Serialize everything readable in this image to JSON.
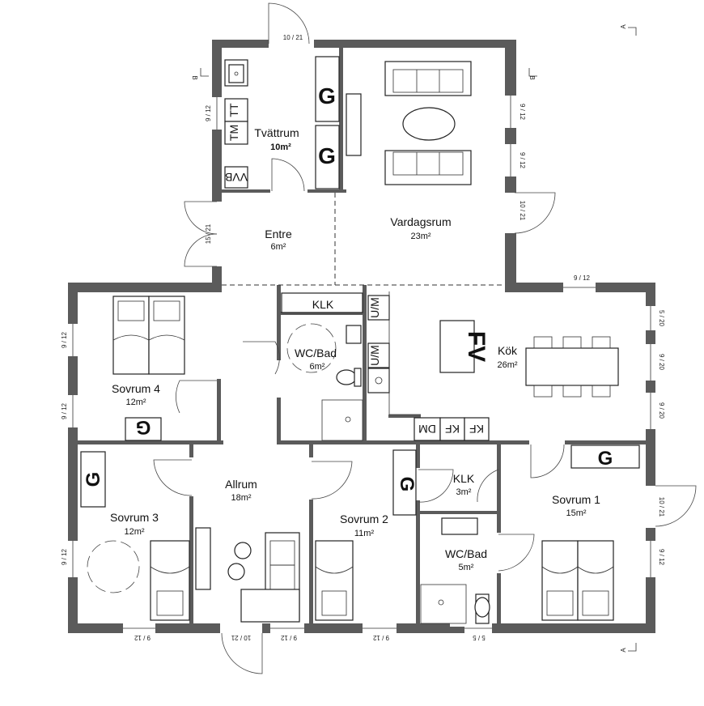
{
  "rooms": {
    "tvattrum": {
      "name": "Tvättrum",
      "area": "10m²"
    },
    "vardagsrum": {
      "name": "Vardagsrum",
      "area": "23m²"
    },
    "entre": {
      "name": "Entre",
      "area": "6m²"
    },
    "sovrum4": {
      "name": "Sovrum 4",
      "area": "12m²"
    },
    "wcbad1": {
      "name": "WC/Bad",
      "area": "6m²"
    },
    "kok": {
      "name": "Kök",
      "area": "26m²"
    },
    "sovrum3": {
      "name": "Sovrum 3",
      "area": "12m²"
    },
    "allrum": {
      "name": "Allrum",
      "area": "18m²"
    },
    "sovrum2": {
      "name": "Sovrum 2",
      "area": "11m²"
    },
    "klk2": {
      "name": "KLK",
      "area": "3m²"
    },
    "wcbad2": {
      "name": "WC/Bad",
      "area": "5m²"
    },
    "sovrum1": {
      "name": "Sovrum 1",
      "area": "15m²"
    }
  },
  "labels": {
    "klk1": "KLK",
    "g": "G",
    "fv": "FV",
    "um": "U/M",
    "kf": "KF",
    "dm": "DM",
    "tt": "TT",
    "tm": "TM",
    "vvb": "VVB"
  },
  "section_marks": {
    "a": "A",
    "b": "B"
  },
  "dimensions": {
    "top_door": "10 / 21",
    "left_tvatt": "9 / 12",
    "right_vard1": "9 / 12",
    "right_vard2": "9 / 12",
    "right_door": "10 / 21",
    "entre_door": "15 / 21",
    "step_window": "9 / 12",
    "left_s4a": "9 / 12",
    "left_s4b": "9 / 12",
    "right_kok1": "5 / 20",
    "right_kok2": "9 / 20",
    "right_kok3": "9 / 20",
    "left_s3": "9 / 12",
    "right_s1door": "10 / 21",
    "right_s1": "9 / 12",
    "bottom1": "9 / 12",
    "bottom2": "10 / 21",
    "bottom3": "9 / 12",
    "bottom4": "9 / 12",
    "bottom5": "5 / 5"
  }
}
